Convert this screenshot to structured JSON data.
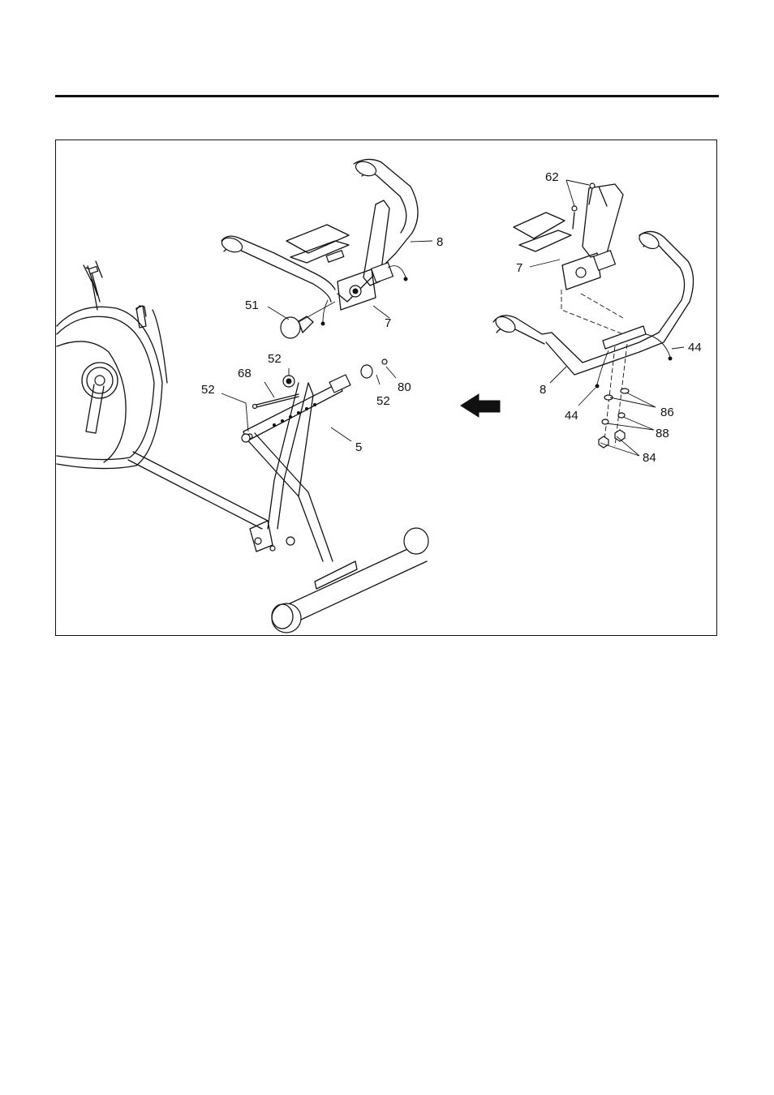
{
  "labels": {
    "main": {
      "l8": "8",
      "l51": "51",
      "l7": "7",
      "l52a": "52",
      "l68": "68",
      "l52b": "52",
      "l80": "80",
      "l52c": "52",
      "l5": "5"
    },
    "detail": {
      "l62": "62",
      "l7": "7",
      "l44a": "44",
      "l8": "8",
      "l44b": "44",
      "l86": "86",
      "l88": "88",
      "l84": "84"
    }
  },
  "icons": {
    "arrow": "left-arrow-icon"
  }
}
